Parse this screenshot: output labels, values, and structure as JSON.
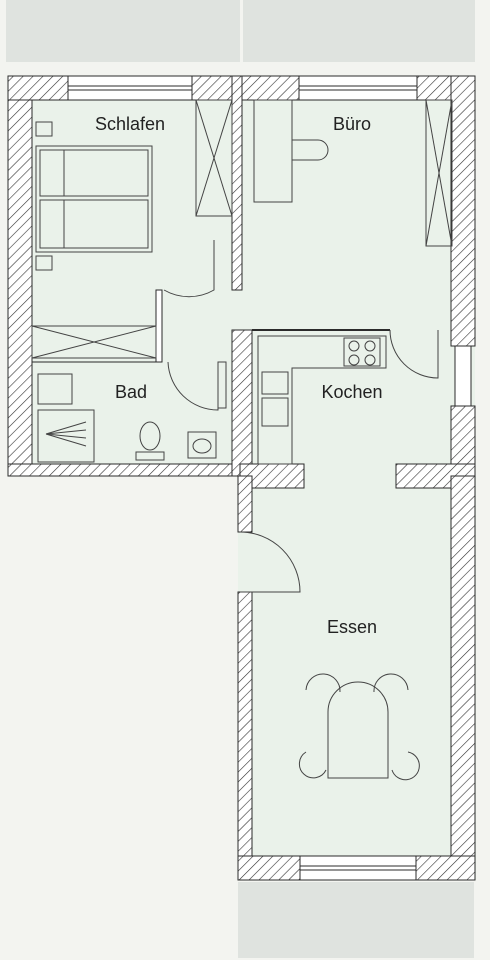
{
  "rooms": {
    "schlafen": "Schlafen",
    "buero": "Büro",
    "bad": "Bad",
    "kochen": "Kochen",
    "essen": "Essen"
  },
  "colors": {
    "background": "#f3f4f0",
    "floor": "#eaf2ea",
    "balcony": "#dfe3df",
    "wall_line": "#2b2b2b"
  }
}
